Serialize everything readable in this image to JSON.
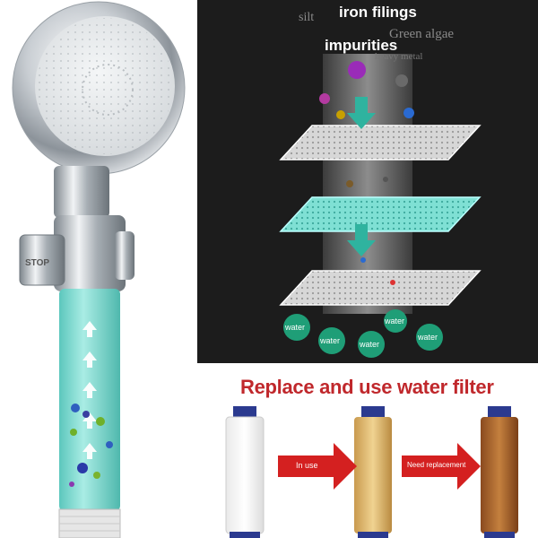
{
  "labels": {
    "silt": "silt",
    "iron_filings": "iron filings",
    "green_algae": "Green algae",
    "impurities": "impurities",
    "heavy_metal": "heavy metal",
    "stop": "STOP"
  },
  "water_label": "water",
  "replace_title": "Replace and use water filter",
  "stage_labels": {
    "in_use": "In use",
    "need_replacement": "Need replacement"
  },
  "colors": {
    "dark_bg": "#1c1c1c",
    "filter_teal": "#6fd3c8",
    "water_circle": "#1f9e77",
    "title_red": "#c0282c",
    "arrow_red": "#d42020",
    "cap_blue": "#2b3a8f"
  },
  "icons": [
    "shower-head-icon",
    "bacteria-icon",
    "down-arrow-icon",
    "up-arrow-icon",
    "arrow-right-icon"
  ]
}
